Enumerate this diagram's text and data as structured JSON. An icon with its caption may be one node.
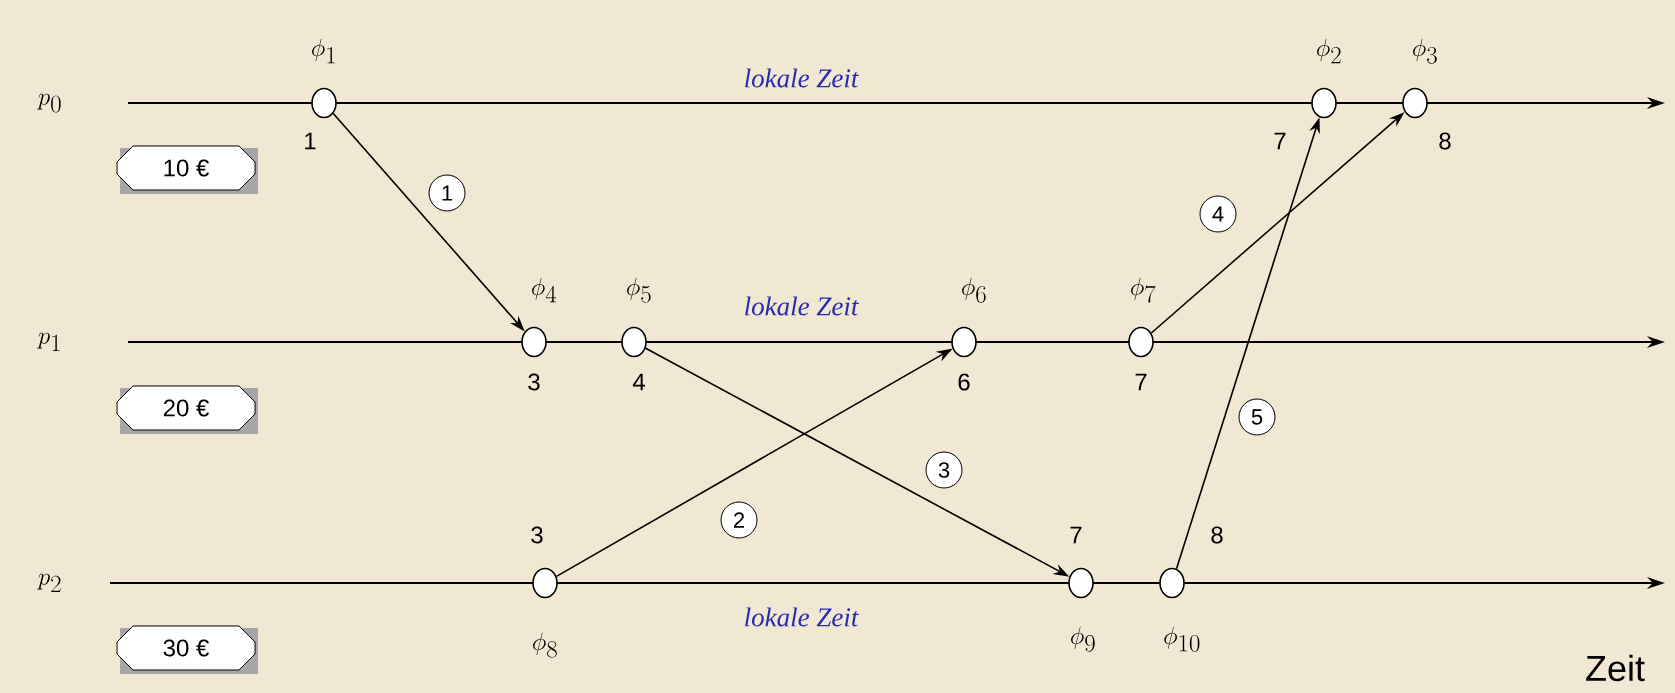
{
  "diagram": {
    "nodes": [
      {
        "text": [],
        "shape": "circle",
        "beside": [
          "\\phi_1",
          "1"
        ]
      },
      {
        "text": [],
        "shape": "circle",
        "beside": [
          "\\phi_2",
          "7"
        ]
      },
      {
        "text": [],
        "shape": "circle",
        "beside": [
          "\\phi_3",
          "8"
        ]
      },
      {
        "text": [
          "10 €"
        ]
      },
      {
        "text": [],
        "shape": "circle",
        "beside": [
          "\\phi_4",
          "3"
        ]
      },
      {
        "text": [],
        "shape": "circle",
        "beside": [
          "\\phi_5",
          "4"
        ]
      },
      {
        "text": [],
        "shape": "circle",
        "beside": [
          "\\phi_6",
          "6"
        ]
      },
      {
        "text": [],
        "shape": "circle",
        "beside": [
          "\\phi_7",
          "7"
        ]
      },
      {
        "text": [
          "20 €"
        ]
      },
      {
        "text": [],
        "shape": "circle",
        "beside": [
          "\\phi_8",
          "3"
        ]
      },
      {
        "text": [],
        "shape": "circle",
        "beside": [
          "\\phi_9",
          "7"
        ]
      },
      {
        "text": [],
        "shape": "circle",
        "beside": [
          "\\phi_{10}",
          "8"
        ]
      },
      {
        "text": [
          "30 €"
        ]
      }
    ],
    "edges": [
      {
        "from": 0,
        "to": 4,
        "arrow": "to",
        "label": "1"
      },
      {
        "from": 9,
        "to": 6,
        "arrow": "to",
        "label": "2"
      },
      {
        "from": 5,
        "to": 10,
        "arrow": "to",
        "label": "3"
      },
      {
        "from": 7,
        "to": 2,
        "arrow": "to",
        "label": "4"
      },
      {
        "from": 11,
        "to": 1,
        "arrow": "to",
        "label": "5"
      }
    ],
    "labels": [
      "p_0",
      "lokale Zeit",
      "p_1",
      "lokale Zeit",
      "p_2",
      "lokale Zeit",
      "Zeit"
    ]
  }
}
